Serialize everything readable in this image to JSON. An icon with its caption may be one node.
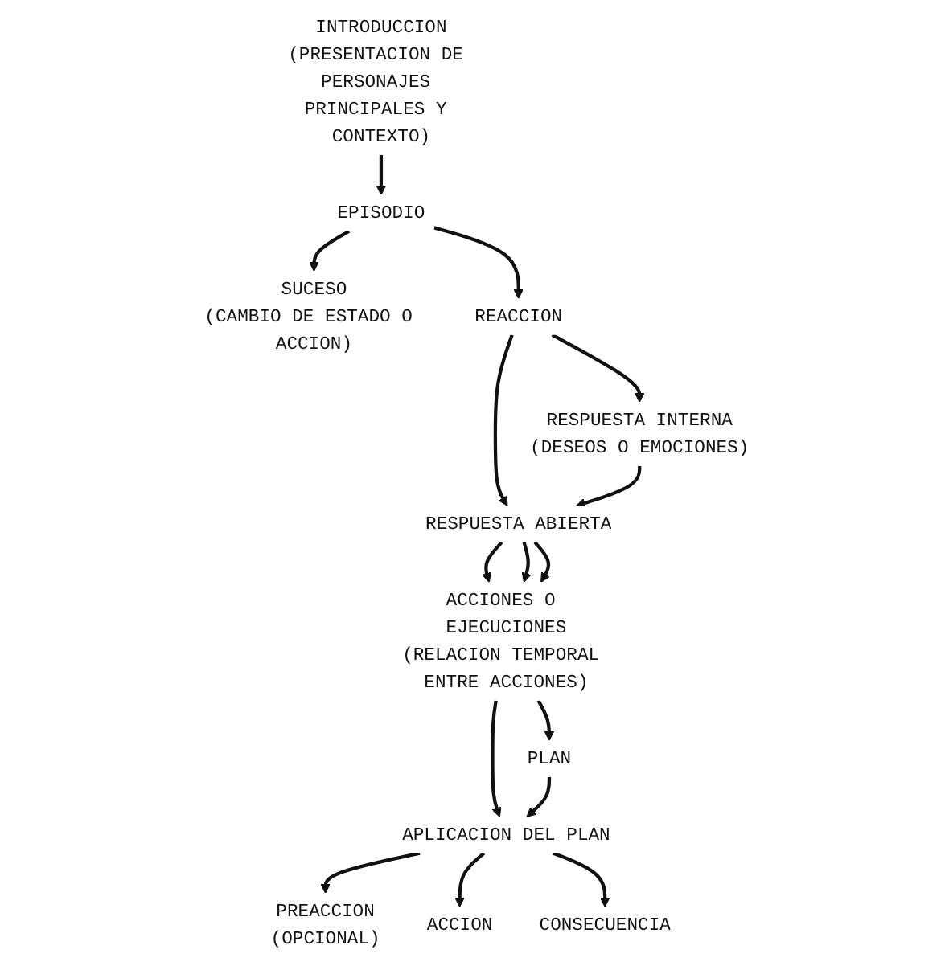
{
  "diagram": {
    "nodes": [
      {
        "text": [
          "INTRODUCCION",
          "(PRESENTACION DE PERSONAJES PRINCIPALES Y CONTEXTO)"
        ]
      },
      {
        "text": [
          "EPISODIO"
        ]
      },
      {
        "text": [
          "SUCESO",
          "(CAMBIO DE ESTADO O ACCION)"
        ]
      },
      {
        "text": [
          "REACCION"
        ]
      },
      {
        "text": [
          "RESPUESTA INTERNA",
          "(DESEOS O EMOCIONES)"
        ]
      },
      {
        "text": [
          "RESPUESTA ABIERTA"
        ]
      },
      {
        "text": [
          "ACCIONES O EJECUCIONES",
          "(RELACION TEMPORAL ENTRE ACCIONES)"
        ]
      },
      {
        "text": [
          "PLAN"
        ]
      },
      {
        "text": [
          "APLICACION DEL PLAN"
        ]
      },
      {
        "text": [
          "PREACCION",
          "(OPCIONAL)"
        ]
      },
      {
        "text": [
          "ACCION"
        ]
      },
      {
        "text": [
          "CONSECUENCIA"
        ]
      }
    ],
    "edges": [
      {
        "from": 0,
        "to": 1,
        "arrow": "to"
      },
      {
        "from": 1,
        "to": 2,
        "arrow": "to"
      },
      {
        "from": 1,
        "to": 3,
        "arrow": "to"
      },
      {
        "from": 3,
        "to": 4,
        "arrow": "to"
      },
      {
        "from": 3,
        "to": 5,
        "arrow": "to"
      },
      {
        "from": 4,
        "to": 5,
        "arrow": "to"
      },
      {
        "from": 5,
        "to": 6,
        "arrow": "to"
      },
      {
        "from": 5,
        "to": 6,
        "arrow": "to"
      },
      {
        "from": 5,
        "to": 6,
        "arrow": "to"
      },
      {
        "from": 6,
        "to": 7,
        "arrow": "to"
      },
      {
        "from": 6,
        "to": 8,
        "arrow": "to"
      },
      {
        "from": 7,
        "to": 8,
        "arrow": "to"
      },
      {
        "from": 8,
        "to": 9,
        "arrow": "to"
      },
      {
        "from": 8,
        "to": 10,
        "arrow": "to"
      },
      {
        "from": 8,
        "to": 11,
        "arrow": "to"
      }
    ]
  }
}
